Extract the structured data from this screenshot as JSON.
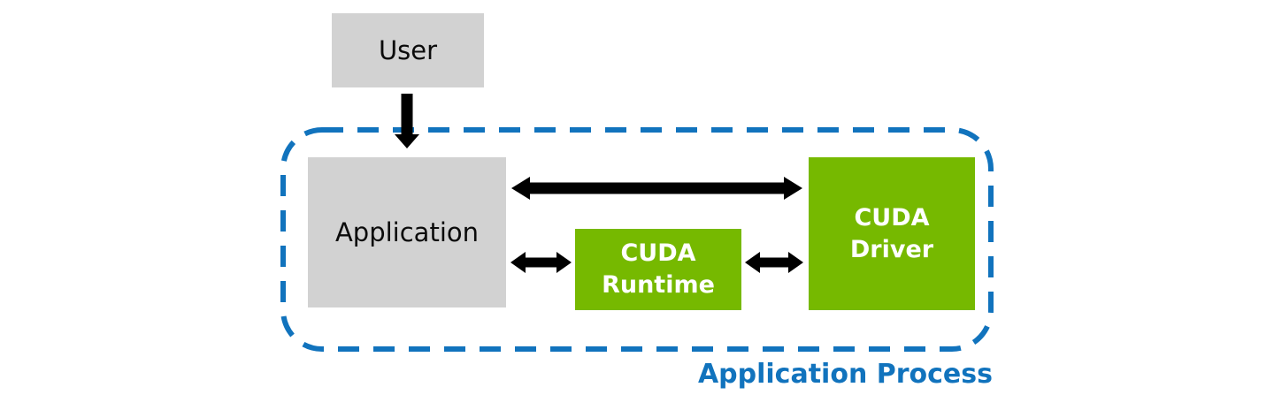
{
  "colors": {
    "nvidia_green": "#76B900",
    "box_gray": "#D2D2D2",
    "process_blue": "#1173BD",
    "arrow_black": "#000000",
    "dark_text": "#0B0B0B",
    "light_text": "#FFFFFF"
  },
  "nodes": {
    "user": {
      "label": "User"
    },
    "application": {
      "label": "Application"
    },
    "cuda_runtime": {
      "lines": [
        "CUDA",
        "Runtime"
      ]
    },
    "cuda_driver": {
      "lines": [
        "CUDA",
        "Driver"
      ]
    }
  },
  "boundary": {
    "label": "Application Process"
  },
  "edges": [
    {
      "from": "User",
      "to": "Application",
      "type": "one-way"
    },
    {
      "from": "Application",
      "to": "CUDA Driver",
      "type": "two-way"
    },
    {
      "from": "Application",
      "to": "CUDA Runtime",
      "type": "two-way"
    },
    {
      "from": "CUDA Runtime",
      "to": "CUDA Driver",
      "type": "two-way"
    }
  ]
}
